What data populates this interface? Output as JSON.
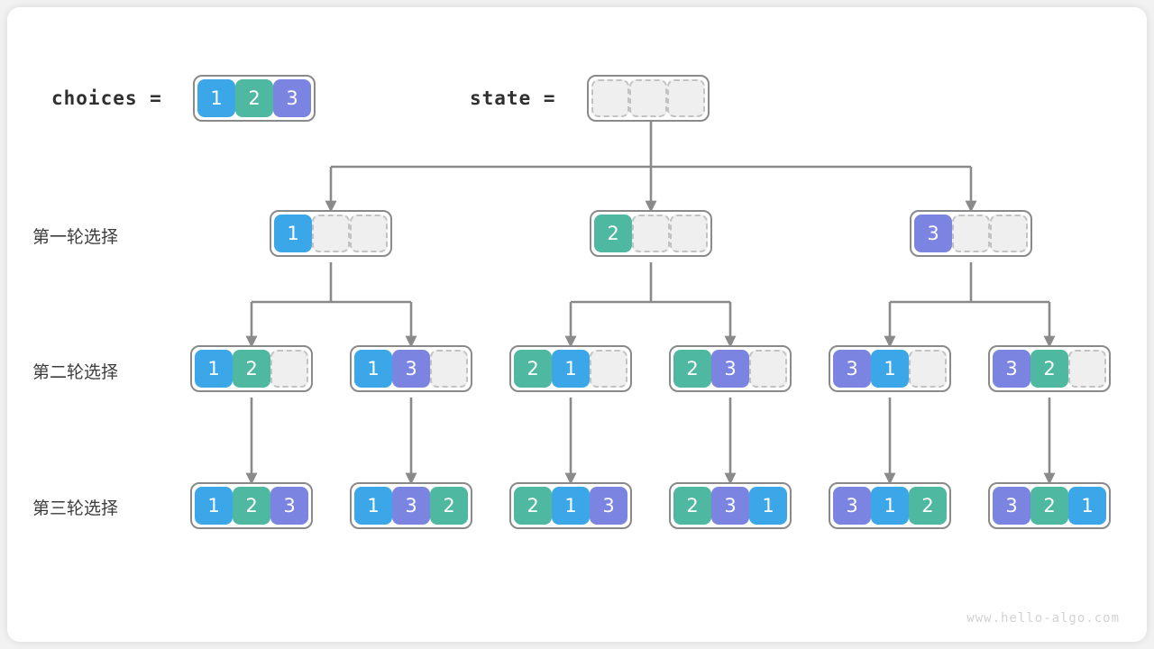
{
  "palette": {
    "blue": "#3BA7E8",
    "green": "#4FB8A0",
    "purple": "#7B84E0",
    "empty_fill": "#efefef",
    "empty_border": "#c2c2c2",
    "node_border": "#8a8a8a",
    "edge": "#8a8a8a",
    "card_bg": "#ffffff",
    "page_bg": "#f2f2f2",
    "text": "#3c3c3c",
    "watermark": "#d2d2d2"
  },
  "header": {
    "choices_label": "choices  =",
    "choices_values": [
      "1",
      "2",
      "3"
    ],
    "state_label": "state  =",
    "state_values": [
      "",
      "",
      ""
    ]
  },
  "rows": [
    {
      "label": "第一轮选择"
    },
    {
      "label": "第二轮选择"
    },
    {
      "label": "第三轮选择"
    }
  ],
  "tree": {
    "level1": [
      {
        "cells": [
          "1",
          "",
          ""
        ]
      },
      {
        "cells": [
          "2",
          "",
          ""
        ]
      },
      {
        "cells": [
          "3",
          "",
          ""
        ]
      }
    ],
    "level2": [
      {
        "cells": [
          "1",
          "2",
          ""
        ]
      },
      {
        "cells": [
          "1",
          "3",
          ""
        ]
      },
      {
        "cells": [
          "2",
          "1",
          ""
        ]
      },
      {
        "cells": [
          "2",
          "3",
          ""
        ]
      },
      {
        "cells": [
          "3",
          "1",
          ""
        ]
      },
      {
        "cells": [
          "3",
          "2",
          ""
        ]
      }
    ],
    "level3": [
      {
        "cells": [
          "1",
          "2",
          "3"
        ]
      },
      {
        "cells": [
          "1",
          "3",
          "2"
        ]
      },
      {
        "cells": [
          "2",
          "1",
          "3"
        ]
      },
      {
        "cells": [
          "2",
          "3",
          "1"
        ]
      },
      {
        "cells": [
          "3",
          "1",
          "2"
        ]
      },
      {
        "cells": [
          "3",
          "2",
          "1"
        ]
      }
    ]
  },
  "footer": {
    "watermark": "www.hello-algo.com"
  }
}
